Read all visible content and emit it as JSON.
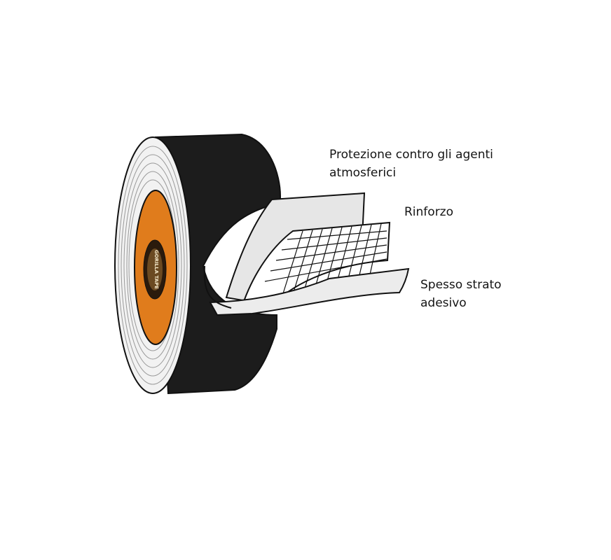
{
  "diagram": {
    "labels": {
      "weather_line1": "Protezione contro gli agenti",
      "weather_line2": "atmosferici",
      "reinforcement": "Rinforzo",
      "adhesive_line1": "Spesso strato",
      "adhesive_line2": "adesivo"
    },
    "logo_text": "GORILLA TAPE",
    "colors": {
      "tape_black": "#1c1c1c",
      "core_orange": "#e07c1c",
      "edge_white": "#f2f2f2",
      "layer_grey": "#d9d9d9",
      "outline": "#111111"
    }
  }
}
